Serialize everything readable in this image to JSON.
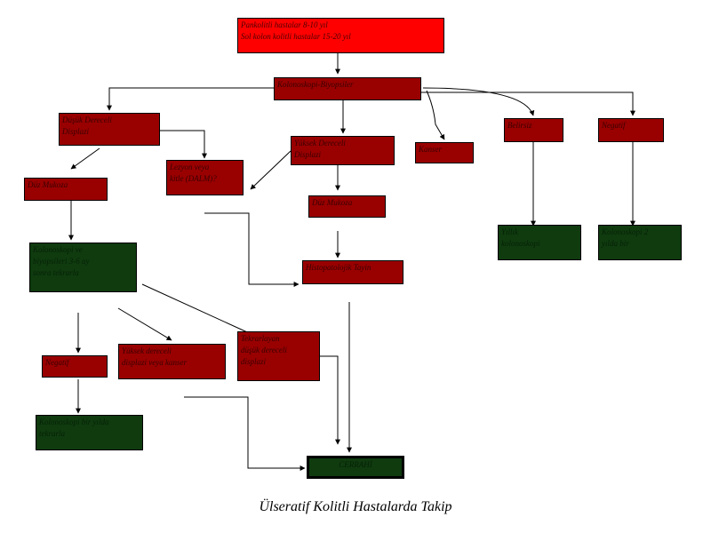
{
  "colors": {
    "top_box": "#ff0000",
    "dark_red_box": "#990000",
    "green_box": "#0f3b0f",
    "connector": "#000000"
  },
  "diagram": {
    "top": "Pankolitli hastalar 8-10 yıl\nSol kolon kolitli hastalar 15-20 yıl",
    "colonoscopy": "Kolonoskopi-Biyopsiler",
    "low_grade": "Düşük Dereceli\nDisplazi",
    "uncertain": "Lezyon veya\nkitle (DALM)?",
    "high_grade": "Yüksek Dereceli\nDisplazi",
    "cancer": "Kanser",
    "uncertain_finding": "Belirsiz",
    "negative": "Negatif",
    "flat_mucosa_left": "Düz Mukoza",
    "flat_mucosa_right": "Düz Mukoza",
    "repeat_colonoscopy": "Kolonoskopi ve\nbiyopsileri 3-6 ay\nsonra tekrarla",
    "histopathology": "Histopatolojik Tayin",
    "annual_colonoscopy": "Yıllık\nkolonoskopi",
    "biannual_colonoscopy": "Kolonoskopi 2\nyılda bir",
    "negative_followup": "Negatif",
    "hg_or_cancer": "Yüksek dereceli\ndisplazi veya kanser",
    "recurrent_lg": "Tekrarlayan\ndüşük dereceli\ndisplazi",
    "yearly_repeat": "Kolonoskopi bir yılda\ntekrarla",
    "surgery": "CERRAHİ"
  },
  "caption": "Ülseratif Kolitli Hastalarda Takip"
}
